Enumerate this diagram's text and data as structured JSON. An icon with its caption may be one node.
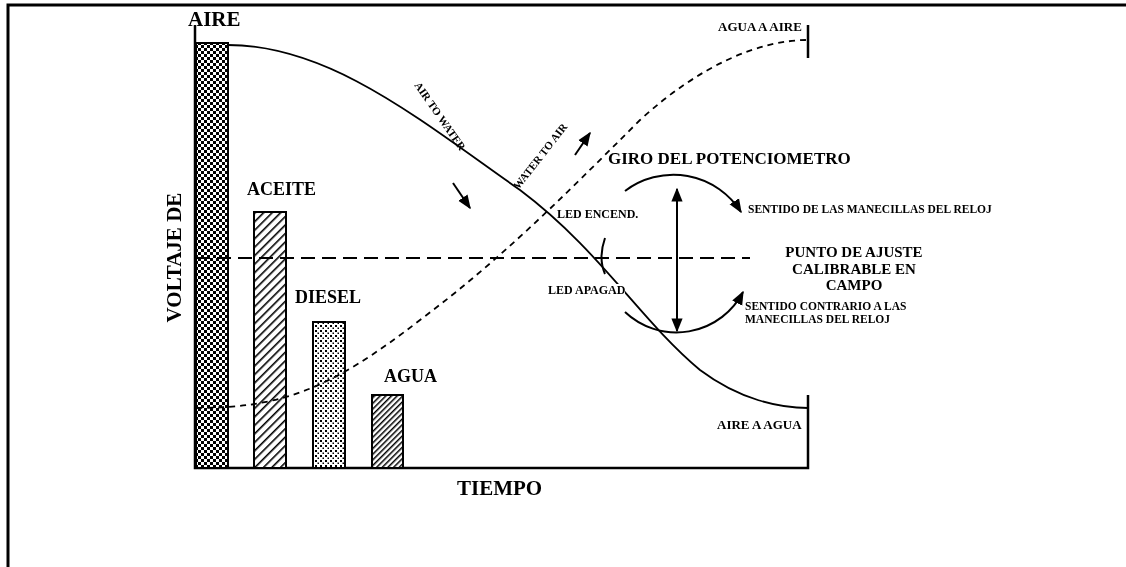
{
  "diagram": {
    "labels": [
      "AIRE",
      "AGUA A AIRE",
      "AIR TO WATER",
      "WATER TO AIR",
      "GIRO DEL POTENCIOMETRO",
      "ACEITE",
      "LED ENCEND.",
      "SENTIDO DE LAS MANECILLAS DEL RELOJ",
      "VOLTAJE DE",
      "PUNTO DE AJUSTE CALIBRABLE EN CAMPO",
      "LED APAGAD",
      "DIESEL",
      "SENTIDO CONTRARIO A LAS MANECILLAS DEL RELOJ",
      "AGUA",
      "AIRE A AGUA",
      "TIEMPO"
    ]
  }
}
